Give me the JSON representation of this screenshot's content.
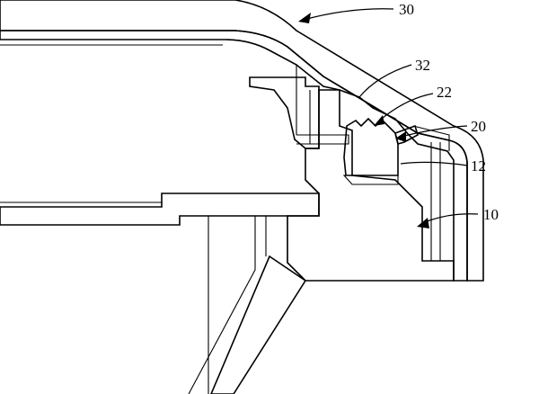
{
  "figure": {
    "labels": [
      {
        "id": "30",
        "text": "30"
      },
      {
        "id": "32",
        "text": "32"
      },
      {
        "id": "22",
        "text": "22"
      },
      {
        "id": "20",
        "text": "20"
      },
      {
        "id": "12",
        "text": "12"
      },
      {
        "id": "10",
        "text": "10"
      }
    ]
  },
  "colors": {
    "ink": "#000000",
    "paper": "#ffffff"
  }
}
